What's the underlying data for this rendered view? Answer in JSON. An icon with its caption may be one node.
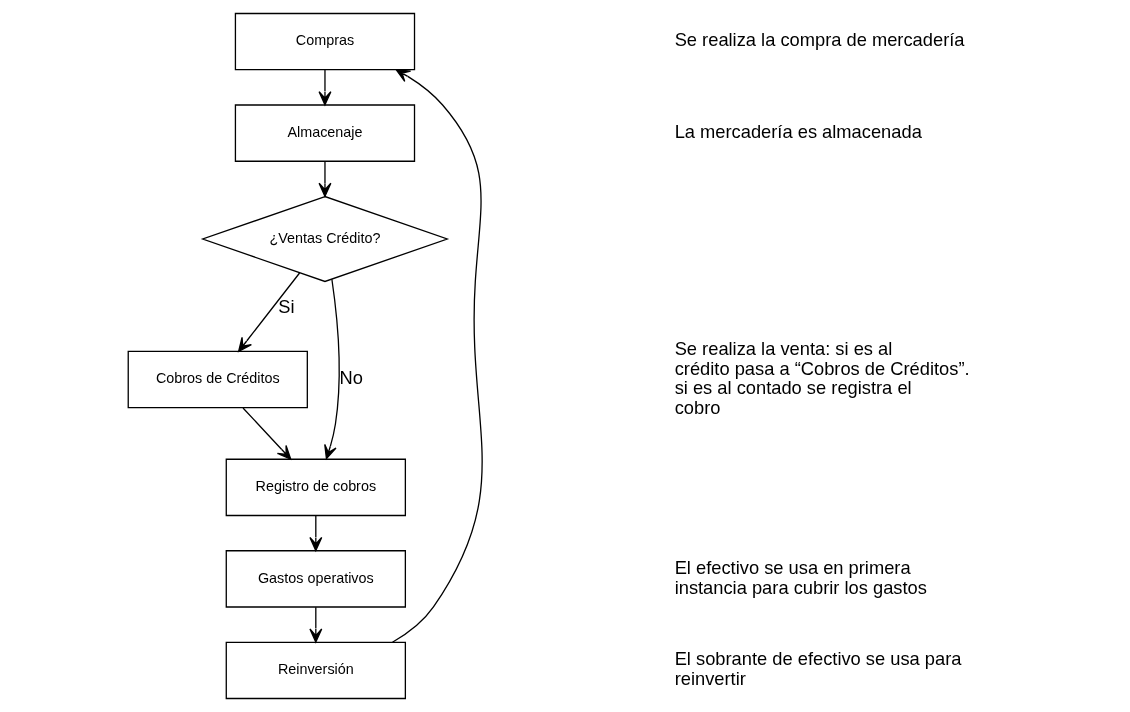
{
  "diagram": {
    "nodes": [
      {
        "text": [
          "Compras"
        ]
      },
      {
        "text": [
          "Almacenaje"
        ]
      },
      {
        "text": [
          "¿Ventas Crédito?"
        ]
      },
      {
        "text": [
          "Cobros de Créditos"
        ]
      },
      {
        "text": [
          "Registro de cobros"
        ]
      },
      {
        "text": [
          "Gastos operativos"
        ]
      },
      {
        "text": [
          "Reinversión"
        ]
      }
    ],
    "edges": [
      {
        "from": 0,
        "to": 1,
        "arrow": "to"
      },
      {
        "from": 1,
        "to": 2,
        "arrow": "to"
      },
      {
        "from": 2,
        "to": 3,
        "arrow": "to",
        "label": "Si"
      },
      {
        "from": 2,
        "to": 4,
        "arrow": "to",
        "label": "No"
      },
      {
        "from": 3,
        "to": 4,
        "arrow": "to"
      },
      {
        "from": 4,
        "to": 5,
        "arrow": "to"
      },
      {
        "from": 5,
        "to": 6,
        "arrow": "to"
      },
      {
        "from": 6,
        "to": 0,
        "arrow": "to"
      }
    ],
    "labels": [
      "Se realiza la compra de mercadería",
      "La mercadería es almacenada",
      "Se realiza la venta: si es al crédito pasa a “Cobros de Créditos”. si es al contado se registra el cobro",
      "El efectivo se usa en primera instancia para cubrir los gastos",
      "El sobrante de efectivo se usa para reinvertir"
    ]
  }
}
